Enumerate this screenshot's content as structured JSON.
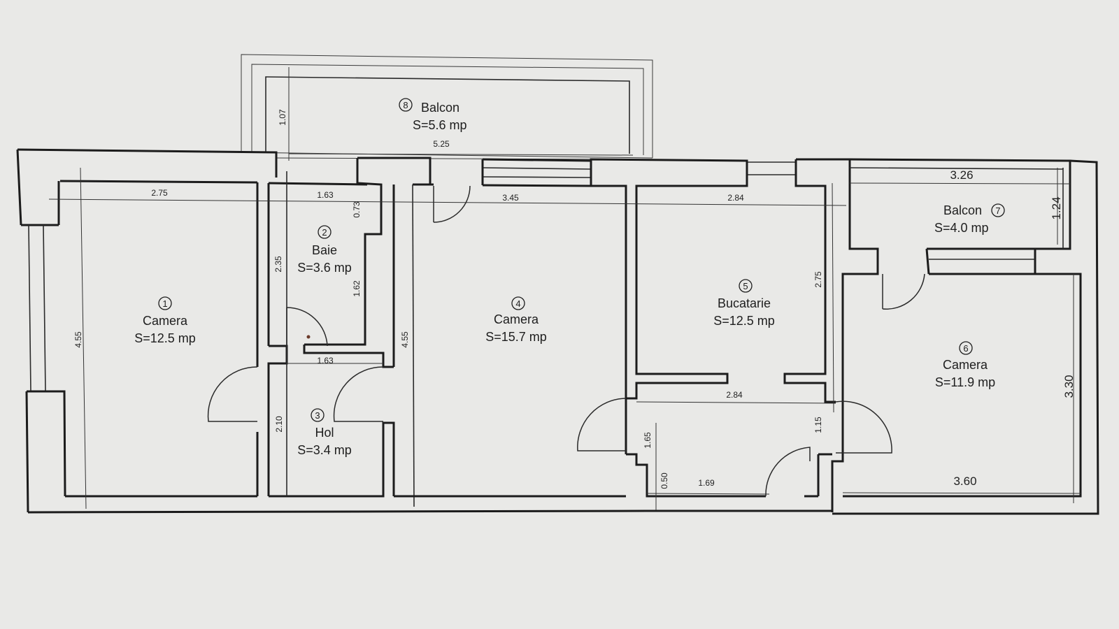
{
  "rooms": [
    {
      "num": "1",
      "name": "Camera",
      "area": "S=12.5 mp"
    },
    {
      "num": "2",
      "name": "Baie",
      "area": "S=3.6 mp"
    },
    {
      "num": "3",
      "name": "Hol",
      "area": "S=3.4 mp"
    },
    {
      "num": "4",
      "name": "Camera",
      "area": "S=15.7 mp"
    },
    {
      "num": "5",
      "name": "Bucatarie",
      "area": "S=12.5 mp"
    },
    {
      "num": "6",
      "name": "Camera",
      "area": "S=11.9 mp"
    },
    {
      "num": "7",
      "name": "Balcon",
      "area": "S=4.0 mp"
    },
    {
      "num": "8",
      "name": "Balcon",
      "area": "S=5.6 mp"
    }
  ],
  "dimensions": {
    "balcon8_width": "5.25",
    "balcon8_depth": "1.07",
    "room1_width": "2.75",
    "room1_depth": "4.55",
    "baie_width": "1.63",
    "baie_top": "0.73",
    "baie_left": "2.35",
    "baie_right": "1.62",
    "hol_width": "1.63",
    "hol_depth": "2.10",
    "room4_width": "3.45",
    "room4_depth": "4.55",
    "kitchen_width": "2.84",
    "kitchen_depth": "2.75",
    "corridor_width": "2.84",
    "corridor_left": "1.65",
    "corridor_right": "1.15",
    "niche_depth": "0.50",
    "niche_width": "1.69",
    "balcon7_width": "3.26",
    "balcon7_depth": "1.24",
    "room6_depth": "3.30",
    "room6_width": "3.60"
  }
}
